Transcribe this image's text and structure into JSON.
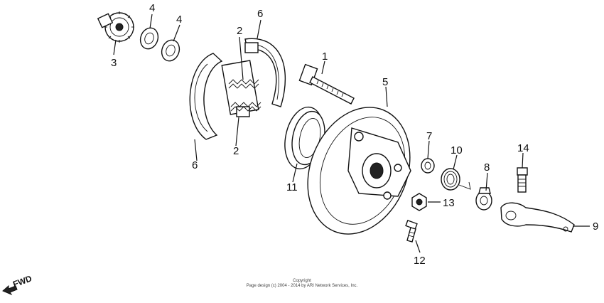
{
  "diagram": {
    "callouts": [
      {
        "id": "c1",
        "text": "1"
      },
      {
        "id": "c2a",
        "text": "2"
      },
      {
        "id": "c2b",
        "text": "2"
      },
      {
        "id": "c3",
        "text": "3"
      },
      {
        "id": "c4a",
        "text": "4"
      },
      {
        "id": "c4b",
        "text": "4"
      },
      {
        "id": "c5",
        "text": "5"
      },
      {
        "id": "c6a",
        "text": "6"
      },
      {
        "id": "c6b",
        "text": "6"
      },
      {
        "id": "c7",
        "text": "7"
      },
      {
        "id": "c8",
        "text": "8"
      },
      {
        "id": "c9",
        "text": "9"
      },
      {
        "id": "c10",
        "text": "10"
      },
      {
        "id": "c11",
        "text": "11"
      },
      {
        "id": "c12",
        "text": "12"
      },
      {
        "id": "c13",
        "text": "13"
      },
      {
        "id": "c14",
        "text": "14"
      }
    ],
    "direction_label": "FWD",
    "copyright_line1": "Copyright",
    "copyright_line2": "Page design (c) 2004 - 2014 by ARI Network Services, Inc."
  }
}
